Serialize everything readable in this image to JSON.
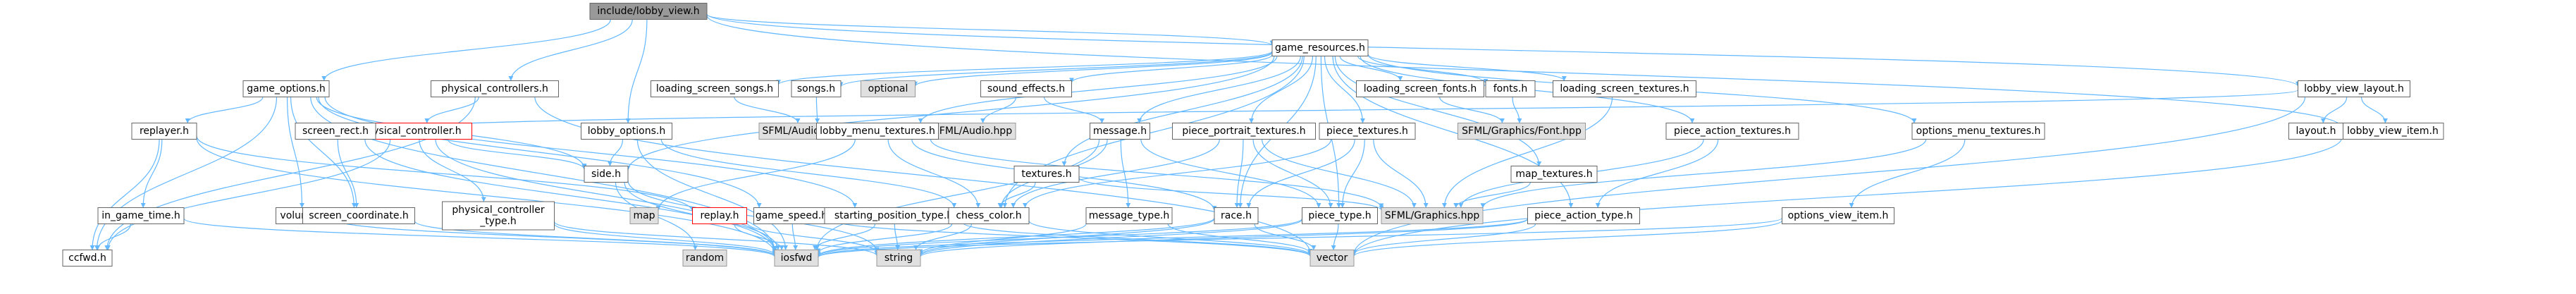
{
  "graph": {
    "colors": {
      "edge": "#63b8ff",
      "node_fill": "#ffffff",
      "node_stroke": "#666666",
      "root_fill": "#999999",
      "root_stroke": "#666666",
      "external_fill": "#e0e0e0",
      "external_stroke": "#999999",
      "red_stroke": "#ff0000"
    },
    "nodes": [
      {
        "id": "lobby_view_h",
        "label": "include/lobby_view.h",
        "style": "root"
      },
      {
        "id": "game_options_h",
        "label": "game_options.h",
        "style": "normal"
      },
      {
        "id": "physical_controllers_h",
        "label": "physical_controllers.h",
        "style": "normal"
      },
      {
        "id": "lobby_options_h",
        "label": "lobby_options.h",
        "style": "normal"
      },
      {
        "id": "game_resources_h",
        "label": "game_resources.h",
        "style": "normal"
      },
      {
        "id": "lobby_view_layout_h",
        "label": "lobby_view_layout.h",
        "style": "normal"
      },
      {
        "id": "lobby_view_item_h",
        "label": "lobby_view_item.h",
        "style": "normal"
      },
      {
        "id": "loading_screen_songs_h",
        "label": "loading_screen_songs.h",
        "style": "normal"
      },
      {
        "id": "songs_h",
        "label": "songs.h",
        "style": "normal"
      },
      {
        "id": "optional",
        "label": "optional",
        "style": "external"
      },
      {
        "id": "sound_effects_h",
        "label": "sound_effects.h",
        "style": "normal"
      },
      {
        "id": "loading_screen_fonts_h",
        "label": "loading_screen_fonts.h",
        "style": "normal"
      },
      {
        "id": "fonts_h",
        "label": "fonts.h",
        "style": "normal"
      },
      {
        "id": "loading_screen_textures_h",
        "label": "loading_screen_textures.h",
        "style": "normal"
      },
      {
        "id": "layout_h",
        "label": "layout.h",
        "style": "normal"
      },
      {
        "id": "replayer_h",
        "label": "replayer.h",
        "style": "normal"
      },
      {
        "id": "physical_controller_h",
        "label": "physical_controller.h",
        "style": "red"
      },
      {
        "id": "sfml_music",
        "label": "SFML/Audio/Music.hpp",
        "style": "external"
      },
      {
        "id": "sfml_audio",
        "label": "SFML/Audio.hpp",
        "style": "external"
      },
      {
        "id": "sfml_font",
        "label": "SFML/Graphics/Font.hpp",
        "style": "external"
      },
      {
        "id": "screen_rect_h",
        "label": "screen_rect.h",
        "style": "normal"
      },
      {
        "id": "lobby_menu_textures_h",
        "label": "lobby_menu_textures.h",
        "style": "normal"
      },
      {
        "id": "textures_h",
        "label": "textures.h",
        "style": "normal"
      },
      {
        "id": "message_h",
        "label": "message.h",
        "style": "normal"
      },
      {
        "id": "piece_portrait_textures_h",
        "label": "piece_portrait_textures.h",
        "style": "normal"
      },
      {
        "id": "piece_textures_h",
        "label": "piece_textures.h",
        "style": "normal"
      },
      {
        "id": "map_textures_h",
        "label": "map_textures.h",
        "style": "normal"
      },
      {
        "id": "piece_action_textures_h",
        "label": "piece_action_textures.h",
        "style": "normal"
      },
      {
        "id": "options_menu_textures_h",
        "label": "options_menu_textures.h",
        "style": "normal"
      },
      {
        "id": "in_game_time_h",
        "label": "in_game_time.h",
        "style": "normal"
      },
      {
        "id": "volume_h",
        "label": "volume.h",
        "style": "normal"
      },
      {
        "id": "screen_coordinate_h",
        "label": "screen_coordinate.h",
        "style": "normal"
      },
      {
        "id": "side_h",
        "label": "side.h",
        "style": "normal"
      },
      {
        "id": "physical_controller_type_h",
        "label": "physical_controller\n_type.h",
        "style": "normal"
      },
      {
        "id": "map",
        "label": "map",
        "style": "external"
      },
      {
        "id": "replay_h",
        "label": "replay.h",
        "style": "red"
      },
      {
        "id": "game_speed_h",
        "label": "game_speed.h",
        "style": "normal"
      },
      {
        "id": "starting_position_type_h",
        "label": "starting_position_type.h",
        "style": "normal"
      },
      {
        "id": "chess_color_h",
        "label": "chess_color.h",
        "style": "normal"
      },
      {
        "id": "message_type_h",
        "label": "message_type.h",
        "style": "normal"
      },
      {
        "id": "race_h",
        "label": "race.h",
        "style": "normal"
      },
      {
        "id": "piece_type_h",
        "label": "piece_type.h",
        "style": "normal"
      },
      {
        "id": "sfml_graphics",
        "label": "SFML/Graphics.hpp",
        "style": "external"
      },
      {
        "id": "piece_action_type_h",
        "label": "piece_action_type.h",
        "style": "normal"
      },
      {
        "id": "options_view_item_h",
        "label": "options_view_item.h",
        "style": "normal"
      },
      {
        "id": "ccfwd_h",
        "label": "ccfwd.h",
        "style": "normal"
      },
      {
        "id": "random",
        "label": "random",
        "style": "external"
      },
      {
        "id": "iosfwd",
        "label": "iosfwd",
        "style": "external"
      },
      {
        "id": "string",
        "label": "string",
        "style": "external"
      },
      {
        "id": "vector",
        "label": "vector",
        "style": "external"
      }
    ],
    "edges": [
      [
        "lobby_view_h",
        "game_options_h"
      ],
      [
        "lobby_view_h",
        "physical_controllers_h"
      ],
      [
        "lobby_view_h",
        "lobby_options_h"
      ],
      [
        "lobby_view_h",
        "game_resources_h"
      ],
      [
        "lobby_view_h",
        "lobby_view_layout_h"
      ],
      [
        "lobby_view_h",
        "lobby_view_item_h"
      ],
      [
        "game_options_h",
        "replayer_h"
      ],
      [
        "game_options_h",
        "screen_coordinate_h"
      ],
      [
        "game_options_h",
        "volume_h"
      ],
      [
        "game_options_h",
        "ccfwd_h"
      ],
      [
        "game_options_h",
        "iosfwd"
      ],
      [
        "game_options_h",
        "starting_position_type_h"
      ],
      [
        "game_options_h",
        "game_speed_h"
      ],
      [
        "game_options_h",
        "side_h"
      ],
      [
        "physical_controllers_h",
        "physical_controller_h"
      ],
      [
        "physical_controllers_h",
        "vector"
      ],
      [
        "physical_controllers_h",
        "ccfwd_h"
      ],
      [
        "lobby_options_h",
        "side_h"
      ],
      [
        "lobby_options_h",
        "chess_color_h"
      ],
      [
        "lobby_options_h",
        "iosfwd"
      ],
      [
        "game_resources_h",
        "loading_screen_songs_h"
      ],
      [
        "game_resources_h",
        "songs_h"
      ],
      [
        "game_resources_h",
        "optional"
      ],
      [
        "game_resources_h",
        "sound_effects_h"
      ],
      [
        "game_resources_h",
        "loading_screen_fonts_h"
      ],
      [
        "game_resources_h",
        "fonts_h"
      ],
      [
        "game_resources_h",
        "loading_screen_textures_h"
      ],
      [
        "game_resources_h",
        "lobby_menu_textures_h"
      ],
      [
        "game_resources_h",
        "textures_h"
      ],
      [
        "game_resources_h",
        "message_h"
      ],
      [
        "game_resources_h",
        "piece_portrait_textures_h"
      ],
      [
        "game_resources_h",
        "piece_textures_h"
      ],
      [
        "game_resources_h",
        "map_textures_h"
      ],
      [
        "game_resources_h",
        "piece_action_textures_h"
      ],
      [
        "game_resources_h",
        "options_menu_textures_h"
      ],
      [
        "game_resources_h",
        "chess_color_h"
      ],
      [
        "game_resources_h",
        "race_h"
      ],
      [
        "game_resources_h",
        "piece_type_h"
      ],
      [
        "game_resources_h",
        "piece_action_type_h"
      ],
      [
        "game_resources_h",
        "side_h"
      ],
      [
        "lobby_view_layout_h",
        "layout_h"
      ],
      [
        "lobby_view_layout_h",
        "lobby_view_item_h"
      ],
      [
        "lobby_view_layout_h",
        "screen_rect_h"
      ],
      [
        "lobby_view_layout_h",
        "vector"
      ],
      [
        "lobby_view_item_h",
        "vector"
      ],
      [
        "loading_screen_songs_h",
        "sfml_music"
      ],
      [
        "songs_h",
        "sfml_music"
      ],
      [
        "sound_effects_h",
        "sfml_audio"
      ],
      [
        "sound_effects_h",
        "message_h"
      ],
      [
        "loading_screen_fonts_h",
        "sfml_font"
      ],
      [
        "fonts_h",
        "sfml_font"
      ],
      [
        "loading_screen_textures_h",
        "sfml_graphics"
      ],
      [
        "replayer_h",
        "in_game_time_h"
      ],
      [
        "replayer_h",
        "replay_h"
      ],
      [
        "replayer_h",
        "ccfwd_h"
      ],
      [
        "replayer_h",
        "iosfwd"
      ],
      [
        "physical_controller_h",
        "physical_controller_type_h"
      ],
      [
        "physical_controller_h",
        "side_h"
      ],
      [
        "physical_controller_h",
        "ccfwd_h"
      ],
      [
        "physical_controller_h",
        "iosfwd"
      ],
      [
        "screen_rect_h",
        "screen_coordinate_h"
      ],
      [
        "screen_rect_h",
        "iosfwd"
      ],
      [
        "lobby_menu_textures_h",
        "map"
      ],
      [
        "lobby_menu_textures_h",
        "chess_color_h"
      ],
      [
        "lobby_menu_textures_h",
        "race_h"
      ],
      [
        "lobby_menu_textures_h",
        "sfml_graphics"
      ],
      [
        "textures_h",
        "chess_color_h"
      ],
      [
        "textures_h",
        "sfml_graphics"
      ],
      [
        "message_h",
        "chess_color_h"
      ],
      [
        "message_h",
        "message_type_h"
      ],
      [
        "message_h",
        "piece_type_h"
      ],
      [
        "message_h",
        "iosfwd"
      ],
      [
        "piece_portrait_textures_h",
        "chess_color_h"
      ],
      [
        "piece_portrait_textures_h",
        "race_h"
      ],
      [
        "piece_portrait_textures_h",
        "piece_type_h"
      ],
      [
        "piece_portrait_textures_h",
        "sfml_graphics"
      ],
      [
        "piece_textures_h",
        "chess_color_h"
      ],
      [
        "piece_textures_h",
        "race_h"
      ],
      [
        "piece_textures_h",
        "piece_type_h"
      ],
      [
        "piece_textures_h",
        "sfml_graphics"
      ],
      [
        "map_textures_h",
        "sfml_graphics"
      ],
      [
        "piece_action_textures_h",
        "piece_action_type_h"
      ],
      [
        "piece_action_textures_h",
        "sfml_graphics"
      ],
      [
        "options_menu_textures_h",
        "options_view_item_h"
      ],
      [
        "options_menu_textures_h",
        "sfml_graphics"
      ],
      [
        "in_game_time_h",
        "iosfwd"
      ],
      [
        "in_game_time_h",
        "ccfwd_h"
      ],
      [
        "volume_h",
        "iosfwd"
      ],
      [
        "screen_coordinate_h",
        "iosfwd"
      ],
      [
        "side_h",
        "random"
      ],
      [
        "side_h",
        "iosfwd"
      ],
      [
        "side_h",
        "string"
      ],
      [
        "physical_controller_type_h",
        "iosfwd"
      ],
      [
        "physical_controller_type_h",
        "string"
      ],
      [
        "replay_h",
        "iosfwd"
      ],
      [
        "replay_h",
        "string"
      ],
      [
        "game_speed_h",
        "iosfwd"
      ],
      [
        "game_speed_h",
        "vector"
      ],
      [
        "starting_position_type_h",
        "iosfwd"
      ],
      [
        "starting_position_type_h",
        "string"
      ],
      [
        "starting_position_type_h",
        "vector"
      ],
      [
        "chess_color_h",
        "iosfwd"
      ],
      [
        "chess_color_h",
        "string"
      ],
      [
        "chess_color_h",
        "vector"
      ],
      [
        "message_type_h",
        "string"
      ],
      [
        "message_type_h",
        "vector"
      ],
      [
        "race_h",
        "iosfwd"
      ],
      [
        "race_h",
        "string"
      ],
      [
        "race_h",
        "vector"
      ],
      [
        "piece_type_h",
        "iosfwd"
      ],
      [
        "piece_type_h",
        "string"
      ],
      [
        "piece_type_h",
        "vector"
      ],
      [
        "piece_action_type_h",
        "iosfwd"
      ],
      [
        "piece_action_type_h",
        "string"
      ],
      [
        "piece_action_type_h",
        "vector"
      ],
      [
        "options_view_item_h",
        "iosfwd"
      ],
      [
        "options_view_item_h",
        "vector"
      ]
    ]
  }
}
